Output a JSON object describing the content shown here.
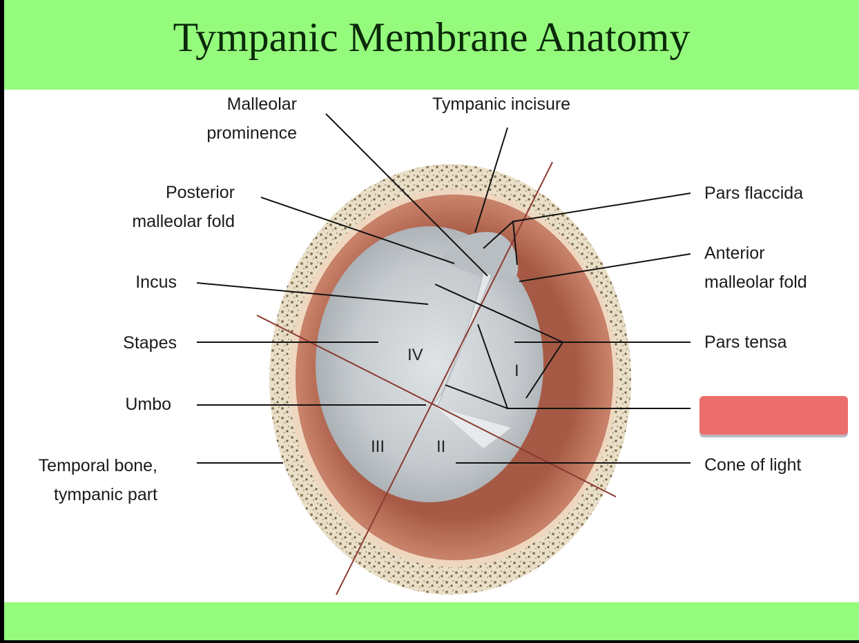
{
  "title": "Tympanic Membrane Anatomy",
  "labels_left": [
    {
      "key": "malleolar_prominence",
      "lines": [
        "Malleolar",
        "prominence"
      ]
    },
    {
      "key": "posterior_malleolar_fold",
      "lines": [
        "Posterior",
        "malleolar fold"
      ]
    },
    {
      "key": "incus",
      "lines": [
        "Incus"
      ]
    },
    {
      "key": "stapes",
      "lines": [
        "Stapes"
      ]
    },
    {
      "key": "umbo",
      "lines": [
        "Umbo"
      ]
    },
    {
      "key": "temporal_bone",
      "lines": [
        "Temporal bone,",
        "tympanic part"
      ]
    }
  ],
  "labels_right": [
    {
      "key": "tympanic_incisure",
      "lines": [
        "Tympanic incisure"
      ]
    },
    {
      "key": "pars_flaccida",
      "lines": [
        "Pars flaccida"
      ]
    },
    {
      "key": "anterior_malleolar_fold",
      "lines": [
        "Anterior",
        "malleolar fold"
      ]
    },
    {
      "key": "pars_tensa",
      "lines": [
        "Pars tensa"
      ]
    },
    {
      "key": "cone_of_light",
      "lines": [
        "Cone of light"
      ]
    }
  ],
  "quadrants": [
    "I",
    "II",
    "III",
    "IV"
  ],
  "colors": {
    "header": "#95fb7c",
    "hidden_label": "#ec6e6c",
    "annulus": "#b86a55",
    "membrane": "#c8ccd0",
    "axis_lines": "#8b3a30"
  }
}
